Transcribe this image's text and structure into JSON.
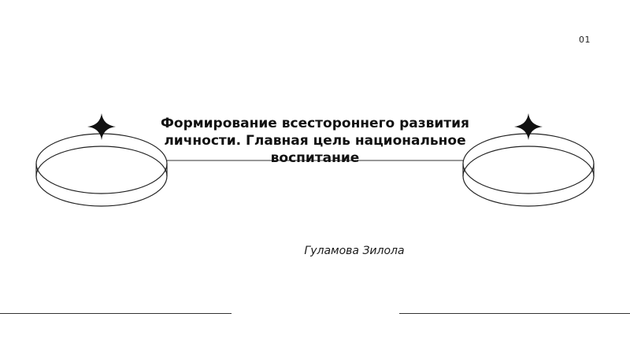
{
  "slide": {
    "page_number": "01",
    "title": "Формирование всестороннего развития личности. Главная цель национальное воспитание",
    "author": "Гуламова Зилола"
  },
  "colors": {
    "background": "#ffffff",
    "text": "#111111",
    "lines": "#333333"
  },
  "icons": {
    "left_decoration": "ring-with-star-icon",
    "right_decoration": "ring-with-star-icon"
  }
}
